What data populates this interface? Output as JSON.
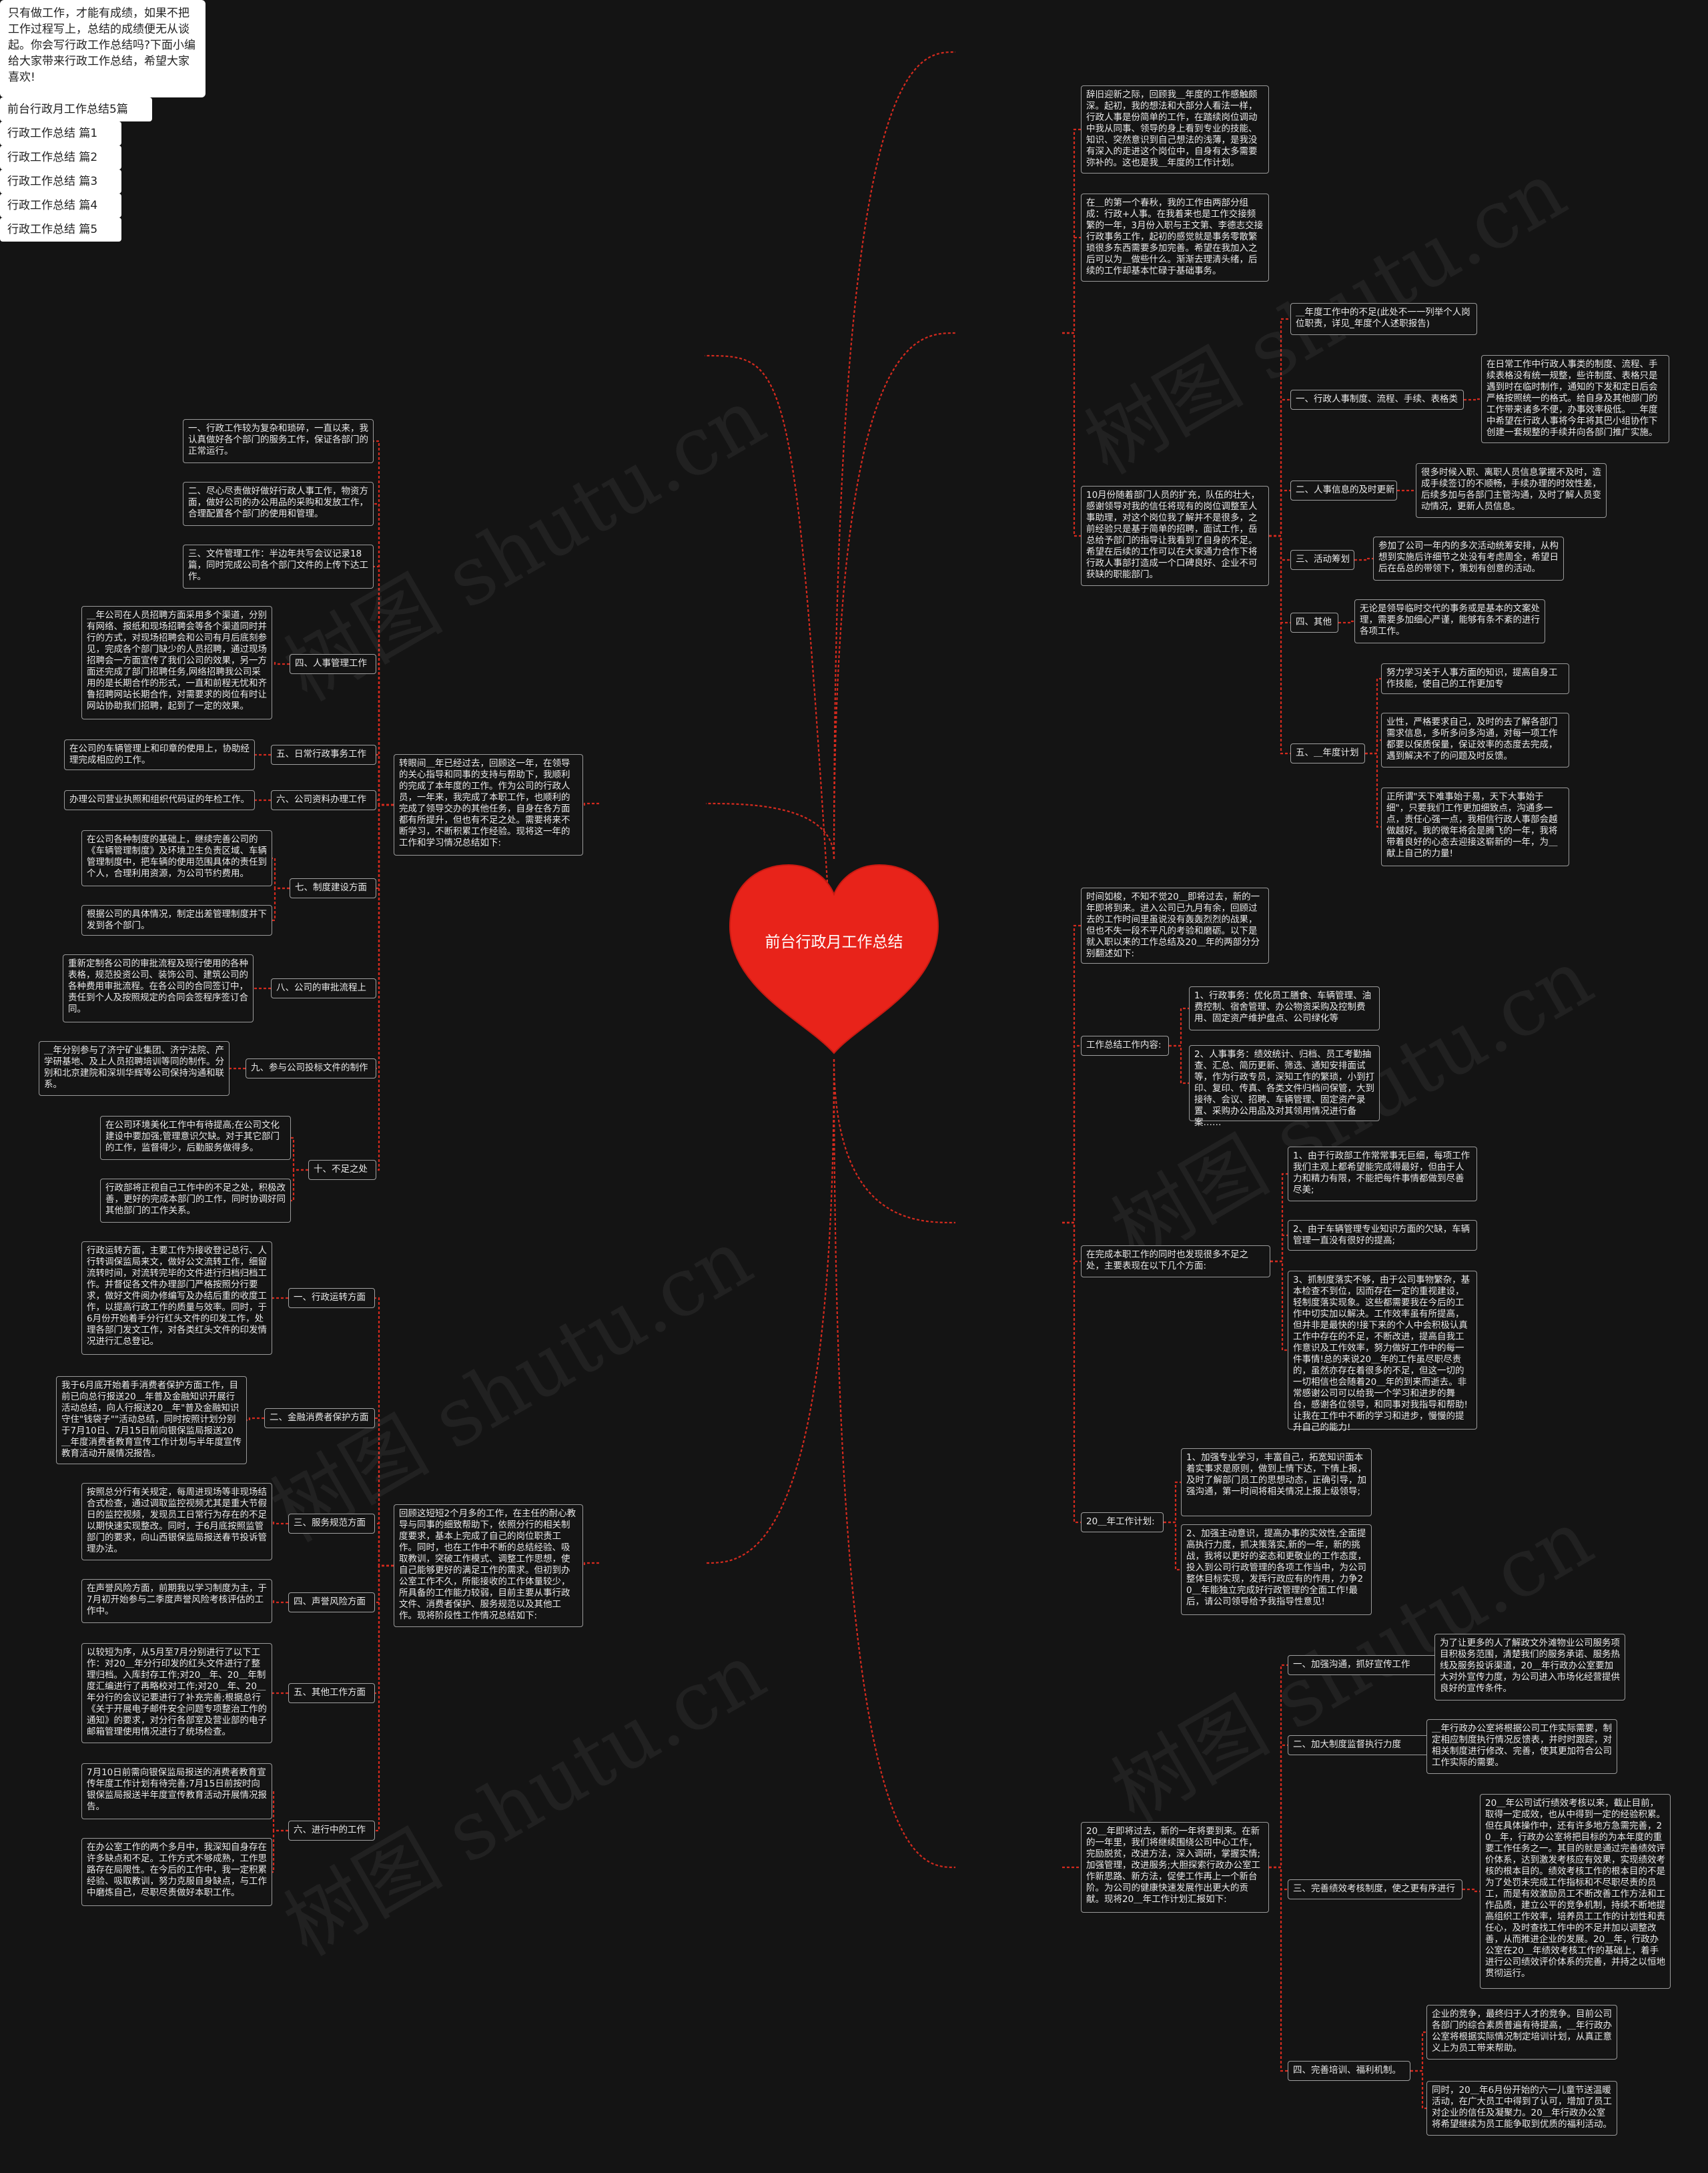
{
  "root": {
    "title": "前台行政月工作总结",
    "color": "#e8231a"
  },
  "intro": "只有做工作，才能有成绩，如果不把工作过程写上，总结的成绩便无从谈起。你会写行政工作总结吗?下面小编给大家带来行政工作总结，希望大家喜欢!",
  "watermark": "树图 shutu.cn",
  "branches": {
    "b0": {
      "label": "前台行政月工作总结5篇"
    },
    "b1": {
      "label": "行政工作总结 篇1",
      "p1": "辞旧迎新之际，回顾我＿年度的工作感触颇深。起初，我的想法和大部分人看法一样，行政人事是份简单的工作，在踏续岗位调动中我从同事、领导的身上看到专业的技能、知识、突然意识到自己想法的浅薄，是我没有深入的走进这个岗位中，自身有太多需要弥补的。这也是我＿年度的工作计划。",
      "p2": "在＿的第一个春秋，我的工作由两部分组成：行政+人事。在我着来也是工作交接频繁的一年，3月份入职与王文第、李德志交接行政事务工作，起初的感觉就是事务零散繁琐很多东西需要多加完善。希望在我加入之后可以为＿做些什么。渐渐去理清头绪，后续的工作却基本忙碌于基础事务。",
      "p3": "10月份随着部门人员的扩充，队伍的壮大，感谢领导对我的信任将现有的岗位调整至人事助理，对这个岗位我了解并不是很多，之前经验只是基于简单的招聘，面试工作，岳总给予部门的指导让我看到了自身的不足。希望在后续的工作可以在大家通力合作下将行政人事部打造成一个口碑良好、企业不可获缺的职能部门。",
      "s1": "＿年度工作中的不足(此处不一一列举个人岗位职责，详见_年度个人述职报告)",
      "s2": "一、行政人事制度、流程、手续、表格类",
      "s2d": "在日常工作中行政人事类的制度、流程、手续表格没有统一规整，些许制度、表格只是遇到时在临时制作，通知的下发和定日后会严格按照统一的格式。给自身及其他部门的工作带来诸多不便，办事效率极低。＿年度中希望在行政人事将今年将其巴小组协作下创建一套规整的手续并向各部门推广实施。",
      "s3": "二、人事信息的及时更新",
      "s3d": "很多时候入职、离职人员信息掌握不及时，造成手续签订的不顺畅，手续办理的时效性差，后续多加与各部门主管沟通，及时了解人员变动情况，更新人员信息。",
      "s4": "三、活动筹划",
      "s4d": "参加了公司一年内的多次活动统筹安排，从构想到实施后许细节之处没有考虑周全，希望日后在岳总的带领下，策划有创意的活动。",
      "s5": "四、其他",
      "s5d": "无论是领导临时交代的事务或是基本的文案处理，需要多加细心严谨，能够有条不紊的进行各项工作。",
      "s6": "五、＿年度计划",
      "s6d1": "努力学习关于人事方面的知识，提高自身工作技能，使自己的工作更加专",
      "s6d2": "业性，严格要求自己，及时的去了解各部门需求信息，多听多问多沟通，对每一项工作都要以保质保量，保证效率的态度去完成，遇到解决不了的问题及时反馈。",
      "s6d3": "正所谓\"天下难事始于易，天下大事始于细\"，只要我们工作更加细致点，沟通多一点，责任心强一点，我相信行政人事部会越做越好。我的微年将会是腾飞的一年，我将带着良好的心态去迎接这崭新的一年，为＿献上自己的力量!"
    },
    "b2": {
      "label": "行政工作总结 篇2",
      "p": "转眼间＿年已经过去，回顾这一年，在领导的关心指导和同事的支持与帮助下，我顺利的完成了本年度的工作。作为公司的行政人员，一年来，我完成了本职工作，也顺利的完成了领导交办的其他任务，自身在各方面都有所提升，但也有不足之处。需要将来不断学习，不断积累工作经验。现将这一年的工作和学习情况总结如下:",
      "d1": "一、行政工作较为复杂和琐碎，一直以来，我认真做好各个部门的服务工作，保证各部门的正常运行。",
      "d2": "二、尽心尽责做好做好行政人事工作，物资方面，做好公司的办公用品的采购和发放工作，合理配置各个部门的使用和管理。",
      "d3": "三、文件管理工作：半边年共写会议记录18篇，同时完成公司各个部门文件的上传下达工作。",
      "s4": "四、人事管理工作",
      "s4d": "＿年公司在人员招聘方面采用多个渠道，分别有网络、报纸和现场招聘会等各个渠道同时并行的方式，对现场招聘会和公司有月后底刻参见，完成各个部门缺少的人员招聘，通过现场招聘会一方面宣传了我们公司的效果，另一方面还完成了部门招聘任务,网络招聘我公司采用的是长期合作的形式，一直和前程无忧和齐鲁招聘网站长期合作，对需要求的岗位有时让网站协助我们招聘，起到了一定的效果。",
      "s5": "五、日常行政事务工作",
      "s5d": "在公司的车辆管理上和印章的使用上，协助经理完成相应的工作。",
      "s6": "六、公司资料办理工作",
      "s6d": "办理公司营业执照和组织代码证的年检工作。",
      "s7": "七、制度建设方面",
      "s7d1": "在公司各种制度的基础上，继续完善公司的《车辆管理制度》及环境卫生负责区域、车辆管理制度中，把车辆的使用范围具体的责任到个人，合理利用资源，为公司节约费用。",
      "s7d2": "根据公司的具体情况，制定出差管理制度并下发到各个部门。",
      "s8": "八、公司的审批流程上",
      "s8d": "重新定制各公司的审批流程及现行使用的各种表格，规范投资公司、装饰公司、建筑公司的各种费用审批流程。在各公司的合同签订中，责任到个人及按照规定的合同会签程序签订合同。",
      "s9": "九、参与公司投标文件的制作",
      "s9d": "＿年分别参与了济宁矿业集团、济宁法院、产学研基地、及上人员招聘培训等同的制作。分别和北京建院和深圳华辉等公司保持沟通和联系。",
      "s10": "十、不足之处",
      "s10d1": "在公司环境美化工作中有待提高;在公司文化建设中要加强;管理意识欠缺。对于其它部门的工作，监督得少，后勤服务做得多。",
      "s10d2": "行政部将正视自己工作中的不足之处，积极改善，更好的完成本部门的工作，同时协调好同其他部门的工作关系。"
    },
    "b3": {
      "label": "行政工作总结 篇3",
      "p": "时间如梭，不知不觉20＿即将过去，新的一年即将到来。进入公司已九月有余，回顾过去的工作时间里虽说没有轰轰烈烈的战果，但也不失一段不平凡的考验和磨砺。以下是就入职以来的工作总结及20＿年的两部分分别翻述如下:",
      "s1": "工作总结工作内容:",
      "s1d1": "1、行政事务：优化员工膳食、车辆管理、油费控制、宿舍管理、办公物资采购及控制费用、固定资产维护盘点、公司绿化等",
      "s1d2": "2、人事事务：绩效统计、归档、员工考勤抽查、汇总、简历更新、筛选、通知安排面试等，作为行政专员，深知工作的繁琐，小到打印、复印、传真、各类文件归档问保管，大到接待、会议、招聘、车辆管理、固定资产录置、采购办公用品及对其领用情况进行备案……",
      "s2": "在完成本职工作的同时也发现很多不足之处，主要表现在以下几个方面:",
      "s2d1": "1、由于行政部工作常常事无巨细，每项工作我们主观上都希望能完成得最好，但由于人力和精力有限，不能把每件事情都做到尽善尽美;",
      "s2d2": "2、由于车辆管理专业知识方面的欠缺，车辆管理一直没有很好的提高;",
      "s2d3": "3、抓制度落实不够，由于公司事物繁杂，基本检查不到位，因而存在一定的重视建设，轻制度落实现象。这些都需要我在今后的工作中切实加以解决。工作效率虽有所提高，但并非是最快的!接下来的个人中会积极认真工作中存在的不足，不断改进，提高自我工作意识及工作效率，努力做好工作中的每一件事情!总的来说20＿年的工作虽尽职尽责的，虽然亦存在着很多的不足，但这一切的一切相信也会随着20＿年的到来而逝去。非常感谢公司可以给我一个学习和进步的舞台，感谢各位领导，和同事对我指导和帮助!让我在工作中不断的学习和进步，慢慢的提升自己的能力!",
      "s3": "20＿年工作计划:",
      "s3d1": "1、加强专业学习，丰富自己，拓宽知识面本着实事求是原则，做到上情下达，下情上报，及时了解部门员工的思想动态，正确引导，加强沟通，第一时间将相关情况上报上级领导;",
      "s3d2": "2、加强主动意识，提高办事的实效性,全面提高执行力度，抓决策落实,新的一年，新的挑战，我将以更好的姿态和更敬业的工作态度，投入到公司行政管理的各项工作当中，为公司整体目标实现，发挥行政应有的作用，力争20＿年能独立完成好行政管理的全面工作!最后，请公司领导给予我指导性意见!"
    },
    "b4": {
      "label": "行政工作总结 篇4",
      "p": "回顾这短短2个月多的工作，在主任的耐心教导与同事的细致帮助下，依照分行的相关制度要求，基本上完成了自己的岗位职责工作。同时，也在工作中不断的总结经验、吸取教训，突破工作模式、调整工作思想，使自己能够更好的满足工作的需求。但初到办公室工作不久，所能接收的工作体量较少，所具备的工作能力较弱，目前主要从事行政文件、消费者保护、服务规范以及其他工作。现将阶段性工作情况总结如下:",
      "s1": "一、行政运转方面",
      "s1d": "行政运转方面，主要工作为接收登记总行、人行转调保监局来文，做好公文流转工作，细留流转时间，对流转完毕的文件进行归档归档工作。并督促各文件办理部门严格按照分行要求，做好文件阅办修编写及办结后重的收度工作，以提高行政工作的质量与效率。同时，于6月份开始着手分行红头文件的印发工作，处理各部门发文工作，对各类红头文件的印发情况进行汇总登记。",
      "s2": "二、金融消费者保护方面",
      "s2d": "我于6月底开始着手消费者保护方面工作，目前已向总行报送20＿年普及金融知识开展行活动总结，向人行报送20＿年\"普及金融知识守住\"钱袋子\"\"活动总结，同时按照计划分别于7月10日、7月15日前向银保监局报送20＿年度消费者教育宣传工作计划与半年度宣传教育活动开展情况报告。",
      "s3": "三、服务规范方面",
      "s3d": "按照总分行有关规定，每周进现场等非现场结合式检查，通过调取监控视频尤其是重大节假日的监控视频，发现员工日常行为存在的不足以期快速实现整改。同时，于6月底按照监管部门的要求，向山西银保监局报送春节投诉管理办法。",
      "s4": "四、声誉风险方面",
      "s4d": "在声誉风险方面，前期我以学习制度为主，于7月初开始参与二季度声誉风险考核评估的工作中。",
      "s5": "五、其他工作方面",
      "s5d": "以较短为序，从5月至7月分别进行了以下工作：对20＿年分行印发的红头文件进行了整理归档。入库封存工作;对20＿年、20＿年制度汇编进行了再略校对工作;对20＿年、20＿年分行的会议记要进行了补充完善;根据总行《关于开展电子邮件安全问题专项整治工作的通知》的要求，对分行各部室及营业部的电子邮箱管理使用情况进行了统场检查。",
      "s6": "六、进行中的工作",
      "s6d1": "7月10日前需向银保监局报送的消费者教育宣传年度工作计划有待完善;7月15日前按时向银保监局报送半年度宣传教育活动开展情况报告。",
      "s6d2": "在办公室工作的两个多月中，我深知自身存在许多缺点和不足。工作方式不够成熟，工作思路存在局限性。在今后的工作中，我一定积累经验、吸取教训，努力克服自身缺点，与工作中磨炼自己，尽职尽责做好本职工作。"
    },
    "b5": {
      "label": "行政工作总结 篇5",
      "p": "20＿年即将过去，新的一年将要到来。在新的一年里，我们将继续围绕公司中心工作，完励脱贫，改进方法，深入调研，掌握实情;加强管理，改进服务;大胆探索行政办公室工作新思路、新方法，促使工作再上一个新台阶。为公司的健康快速发展作出更大的贡献。现将20＿年工作计划汇报如下:",
      "s1": "一、加强沟通，抓好宣传工作",
      "s1d": "为了让更多的人了解政文外滩物业公司服务项目积极务范围，清楚我们的服务承诺、服务热线及服务投诉渠道，20＿年行政办公室要加大对外宣传力度，为公司进入市场化经营提供良好的宣传条件。",
      "s2": "二、加大制度监督执行力度",
      "s2d": "＿年行政办公室将根据公司工作实际需要，制定相应制度执行情况反馈表，并时时跟踪，对相关制度进行修改、完善，使其更加符合公司工作实际的需要。",
      "s3": "三、完善绩效考核制度，使之更有序进行",
      "s3d": "20＿年公司试行绩效考核以来，截止目前，取得一定成效，也从中得到一定的经验积累。但在具体操作中，还有许多地方急需完善，20＿年，行政办公室将把目标的为本年度的重要工作任务之一。其目的就是通过完善绩效评价体系，达到激发考核应有效果，实现绩效考核的根本目的。绩效考核工作的根本目的不是为了处罚未完成工作指标和不尽职尽责的员工，而是有效激励员工不断改善工作方法和工作品质，建立公平的竞争机制，持续不断地提高组织工作效率，培养员工工作的计划性和责任心，及时查找工作中的不足并加以调整改善，从而推进企业的发展。20＿年，行政办公室在20＿年绩效考核工作的基础上，着手进行公司绩效评价体系的完善，并持之以恒地贯彻运行。",
      "s4": "四、完善培训、福利机制。",
      "s4d1": "企业的竞争，最终归于人才的竞争。目前公司各部门的综合素质普遍有待提高，＿年行政办公室将根据实际情况制定培训计划，从真正意义上为员工带来帮助。",
      "s4d2": "同时，20＿年6月份开始的六一儿童节送温暖活动，在广大员工中得到了认可，增加了员工对企业的信任及凝聚力。20＿年行政办公室将希望继续为员工能争取到优质的福利活动。"
    }
  }
}
